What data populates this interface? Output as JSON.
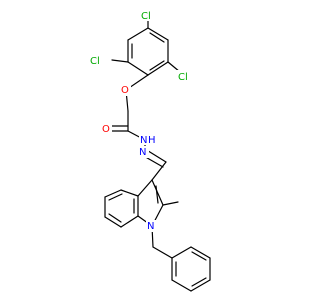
{
  "molecule": {
    "atom_colors": {
      "carbon": "#000000",
      "oxygen": "#ff0000",
      "nitrogen": "#0000ff",
      "chlorine": "#00aa00"
    },
    "labels": {
      "cl_para": "Cl",
      "cl_ortho_left": "Cl",
      "cl_ortho_right": "Cl",
      "ether_oxygen": "O",
      "carbonyl_oxygen": "O",
      "amide_nh": "N",
      "amide_h": "H",
      "imine_n": "N",
      "indole_n": "N"
    }
  }
}
